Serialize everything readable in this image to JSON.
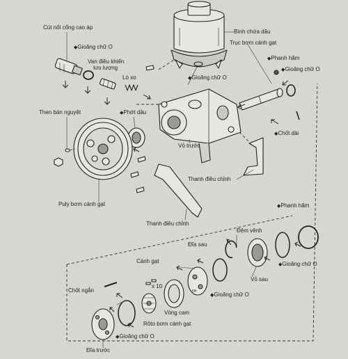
{
  "labels": {
    "cut_noi": "Cút nối cổng cao áp",
    "gioang_o_1": "Gioăng chữ O",
    "van_dieu_khien_1": "Van điều khiển",
    "van_dieu_khien_2": "lưu lượng",
    "lo_xo": "Lò xo",
    "binh_chua_dau": "Bình chứa dầu",
    "truc_bom": "Trục bơm cánh gạt",
    "gioang_o_2": "Gioăng chữ O",
    "phanh_ham_1": "Phanh hãm",
    "gioang_o_3": "Gioăng chữ O",
    "then_ban_nguyet": "Then bán nguyệt",
    "phot_dau": "Phớt dầu",
    "chot_dai": "Chốt dài",
    "vo_truoc": "Vỏ trước",
    "thanh_dieu_chinh_1": "Thanh điều chỉnh",
    "puly": "Puly bơm cánh gạt",
    "thanh_dieu_chinh_2": "Thanh điều chỉnh",
    "phanh_ham_2": "Phanh hãm",
    "dem_venh": "Đệm vênh",
    "dia_sau": "Đĩa sau",
    "canh_gat": "Cánh gạt",
    "x10": "x 10",
    "chot_ngan": "Chốt ngắn",
    "vong_cam": "Vòng cam",
    "gioang_o_4": "Gioăng chữ O",
    "vo_sau": "Vỏ sau",
    "gioang_o_5": "Gioăng chữ O",
    "roto": "Rôto bơm cánh gạt",
    "gioang_o_6": "Gioăng chữ O",
    "dia_truoc": "Đĩa trước"
  },
  "colors": {
    "background": "#d6d6d2",
    "ink": "#222222",
    "part_fill": "#e6e6e2",
    "shade": "#9a9a96"
  }
}
